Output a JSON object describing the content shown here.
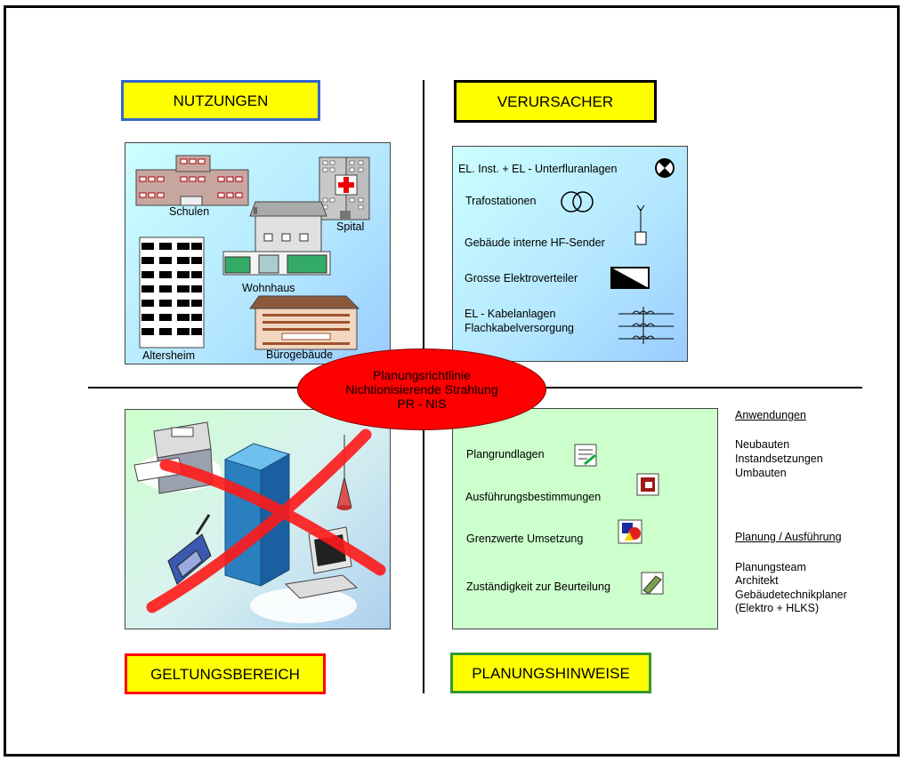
{
  "quadrants": {
    "nutzungen": {
      "title": "NUTZUNGEN",
      "border_color": "#3366cc",
      "labels": {
        "schulen": "Schulen",
        "spital": "Spital",
        "wohnhaus": "Wohnhaus",
        "altersheim": "Altersheim",
        "buerogebaeude": "Bürogebäude"
      }
    },
    "verursacher": {
      "title": "VERURSACHER",
      "border_color": "#000000",
      "items": [
        {
          "label": "EL. Inst. + EL - Unterfluranlagen",
          "icon": "crossed-circle-icon"
        },
        {
          "label": "Trafostationen",
          "icon": "transformer-icon"
        },
        {
          "label": "Gebäude interne HF-Sender",
          "icon": "antenna-icon"
        },
        {
          "label": "Grosse Elektroverteiler",
          "icon": "distribution-board-icon"
        },
        {
          "label": "EL - Kabelanlagen",
          "label2": "Flachkabelversorgung",
          "icon": "cable-icon"
        }
      ]
    },
    "geltungsbereich": {
      "title": "GELTUNGSBEREICH",
      "border_color": "#ff0000"
    },
    "planungshinweise": {
      "title": "PLANUNGSHINWEISE",
      "border_color": "#339933",
      "items": [
        {
          "label": "Plangrundlagen",
          "icon": "document-pen-icon"
        },
        {
          "label": "Ausführungsbestimmungen",
          "icon": "rules-book-icon"
        },
        {
          "label": "Grenzwerte Umsetzung",
          "icon": "shapes-icon"
        },
        {
          "label": "Zuständigkeit zur Beurteilung",
          "icon": "certificate-icon"
        }
      ]
    }
  },
  "center": {
    "line1": "Planungsrichtlinie",
    "line2": "Nichtionisierende Strahlung",
    "line3": "PR - NIS",
    "fill": "#ff0000"
  },
  "side": {
    "anwendungen": {
      "heading": "Anwendungen",
      "items": [
        "Neubauten",
        "Instandsetzungen",
        "Umbauten"
      ]
    },
    "planung": {
      "heading": "Planung / Ausführung",
      "items": [
        "Planungsteam",
        "Architekt",
        "Gebäudetechnikplaner",
        "(Elektro + HLKS)"
      ]
    }
  },
  "colors": {
    "label_fill": "#ffff00",
    "panel_gradient_start": "#ccffff",
    "panel_gradient_end": "#99ccff",
    "green_panel": "#ccffcc"
  }
}
